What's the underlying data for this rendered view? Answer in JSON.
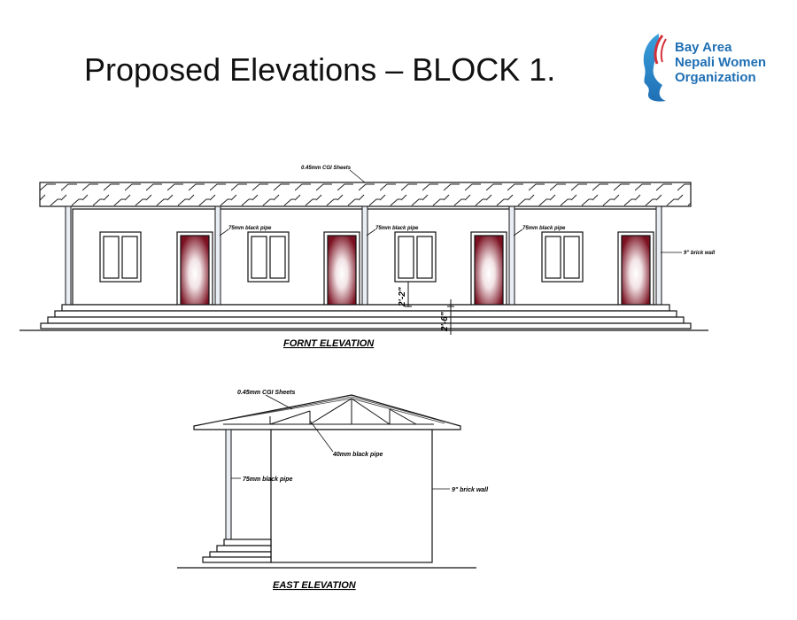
{
  "slide": {
    "title": "Proposed Elevations – BLOCK 1."
  },
  "logo": {
    "line1": "Bay Area",
    "line2": "Nepali Women",
    "line3": "Organization",
    "brand_color": "#1f6fb4",
    "accent_color": "#d6303a"
  },
  "front_elevation": {
    "caption": "FORNT ELEVATION",
    "roof_label": "0.45mm CGI Sheets",
    "pipe_label_1": "75mm black pipe",
    "pipe_label_2": "75mm black pipe",
    "pipe_label_3": "75mm black pipe",
    "wall_label": "9\" brick wall",
    "dim_plinth": "2'-2\"",
    "dim_steps": "2'-6\"",
    "door_color": "#7a1020"
  },
  "east_elevation": {
    "caption": "EAST ELEVATION",
    "roof_label": "0.45mm CGI Sheets",
    "truss_label": "40mm black pipe",
    "pipe_label": "75mm black pipe",
    "wall_label": "9\" brick wall"
  }
}
